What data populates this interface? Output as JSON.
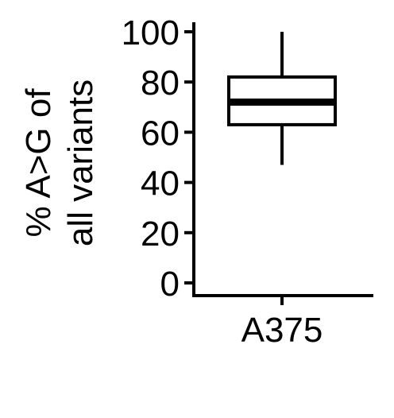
{
  "chart_data": {
    "type": "box",
    "categories": [
      "A375"
    ],
    "boxes": [
      {
        "category": "A375",
        "whisker_low": 47,
        "q1": 63,
        "median": 72,
        "q3": 82,
        "whisker_high": 100
      }
    ],
    "ylabel_lines": [
      "% A>G of",
      "all variants"
    ],
    "ylim": [
      0,
      100
    ],
    "yticks": [
      0,
      20,
      40,
      60,
      80,
      100
    ],
    "grid": false,
    "legend": "none",
    "colors": {
      "stroke": "#000000",
      "box_fill": "#ffffff",
      "background": "#ffffff"
    }
  }
}
